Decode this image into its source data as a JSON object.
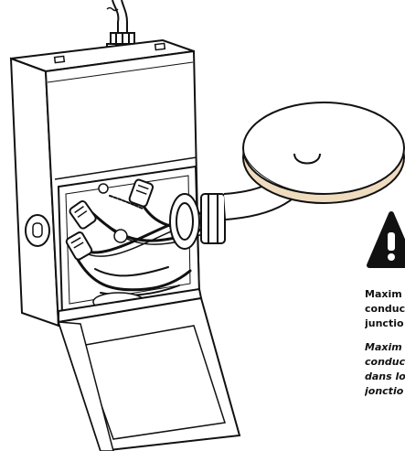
{
  "colors": {
    "ink": "#111111",
    "canvas_tan": "#efdcbf",
    "paper": "#ffffff"
  },
  "icons": {
    "warning": "warning-triangle-icon"
  },
  "warning_note": {
    "en_line1": "Maxim",
    "en_line2": "conduc",
    "en_line3": "junctio",
    "fr_line1": "Maxim",
    "fr_line2": "conduc",
    "fr_line3": "dans lo",
    "fr_line4": "jonctio"
  }
}
